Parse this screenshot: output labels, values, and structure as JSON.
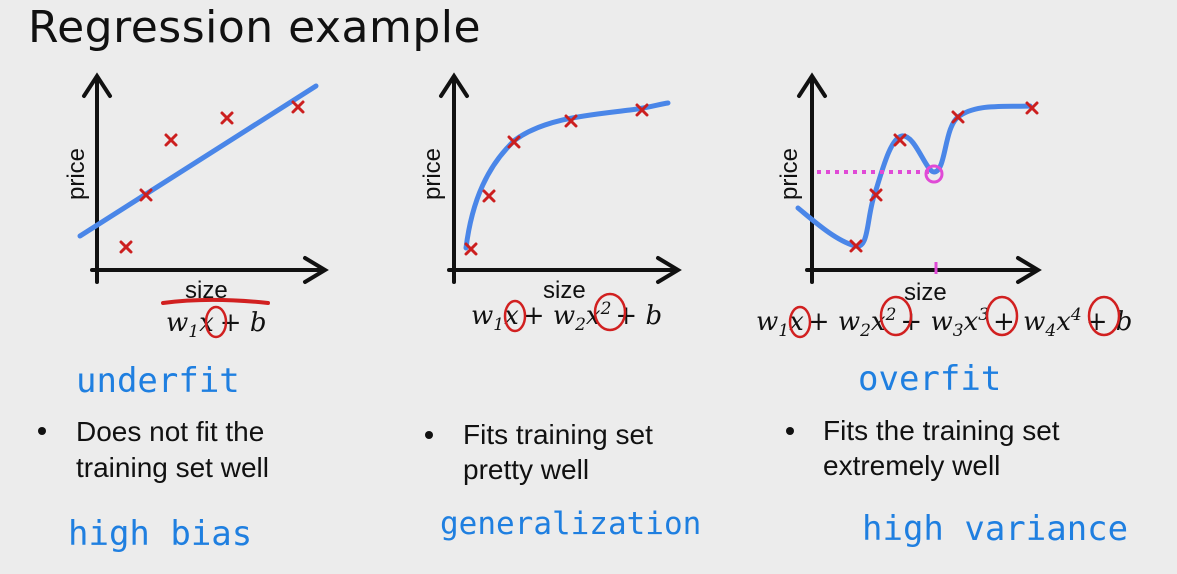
{
  "title": "Regression example",
  "colors": {
    "curve": "#4a86e8",
    "point": "#cc1f1f",
    "annotation_red": "#d12020",
    "annotation_pink": "#e04ad6",
    "handwriting": "#1f7fe0"
  },
  "panels": [
    {
      "ylabel": "price",
      "xlabel": "size",
      "formula": {
        "w1": "w",
        "sub1": "1",
        "x": "x",
        "rest": "+ b"
      },
      "label": "underfit",
      "bullet_lines": [
        "Does not fit the",
        "training set well"
      ],
      "tag": "high bias"
    },
    {
      "ylabel": "price",
      "xlabel": "size",
      "label": "",
      "bullet_lines": [
        "Fits training set",
        "pretty well"
      ],
      "tag": "generalization"
    },
    {
      "ylabel": "price",
      "xlabel": "size",
      "label": "overfit",
      "bullet_lines": [
        "Fits the training set",
        "extremely well"
      ],
      "tag": "high variance"
    }
  ]
}
